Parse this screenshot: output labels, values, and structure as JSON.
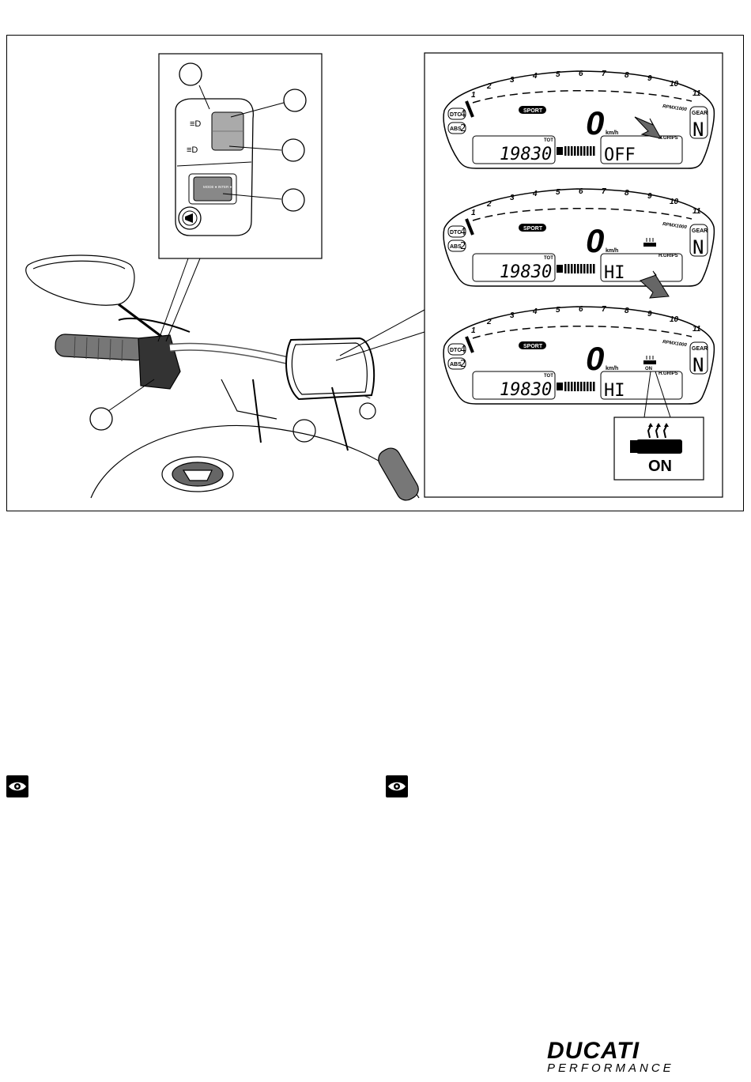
{
  "figure": {
    "callouts": [
      "",
      "",
      "",
      "",
      ""
    ],
    "switch_button_label": "MODE ● INTER ●",
    "displays": [
      {
        "rpm_ticks": [
          "1",
          "2",
          "3",
          "4",
          "5",
          "6",
          "7",
          "8",
          "9",
          "10",
          "11"
        ],
        "mode": "SPORT",
        "rpm_unit": "RPMX1000",
        "speed": "0",
        "speed_unit": "km/h",
        "gear_label": "GEAR",
        "gear": "N",
        "dtc_label": "DTC",
        "dtc_level": "4",
        "abs_label": "ABS",
        "abs_level": "2",
        "odo_label": "TOT",
        "odometer": "19830",
        "hgrips_label": "H.GRIPS",
        "hgrips_value": "OFF",
        "hgrips_icon_text": ""
      },
      {
        "rpm_ticks": [
          "1",
          "2",
          "3",
          "4",
          "5",
          "6",
          "7",
          "8",
          "9",
          "10",
          "11"
        ],
        "mode": "SPORT",
        "rpm_unit": "RPMX1000",
        "speed": "0",
        "speed_unit": "km/h",
        "gear_label": "GEAR",
        "gear": "N",
        "dtc_label": "DTC",
        "dtc_level": "4",
        "abs_label": "ABS",
        "abs_level": "2",
        "odo_label": "TOT",
        "odometer": "19830",
        "hgrips_label": "H.GRIPS",
        "hgrips_value": "HI",
        "hgrips_icon_text": ""
      },
      {
        "rpm_ticks": [
          "1",
          "2",
          "3",
          "4",
          "5",
          "6",
          "7",
          "8",
          "9",
          "10",
          "11"
        ],
        "mode": "SPORT",
        "rpm_unit": "RPMX1000",
        "speed": "0",
        "speed_unit": "km/h",
        "gear_label": "GEAR",
        "gear": "N",
        "dtc_label": "DTC",
        "dtc_level": "4",
        "abs_label": "ABS",
        "abs_level": "2",
        "odo_label": "TOT",
        "odometer": "19830",
        "hgrips_label": "H.GRIPS",
        "hgrips_value": "HI",
        "hgrips_icon_text": "ON"
      }
    ],
    "zoom_icon_text": "ON"
  },
  "notes": {
    "left_icon": "eye-icon",
    "right_icon": "eye-icon"
  },
  "footer": {
    "brand": "DUCATI",
    "brand_sub": "PERFORMANCE"
  }
}
